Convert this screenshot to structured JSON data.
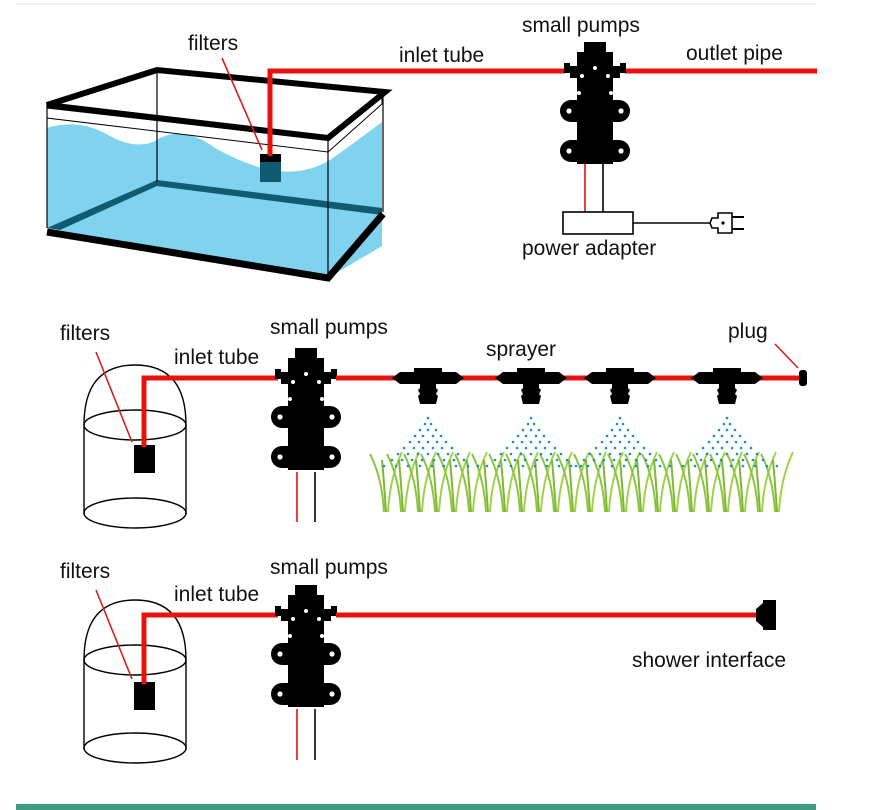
{
  "colors": {
    "tube": "#e8120c",
    "water": "#7fd3ee",
    "water_dark": "#0f5b72",
    "spray": "#1b8fc4",
    "grass": "#8cc63f",
    "footer_bar": "#3f9a84"
  },
  "panel_aquarium": {
    "filter_label": "filters",
    "inlet_label": "inlet tube",
    "pump_label": "small pumps",
    "outlet_label": "outlet pipe",
    "adapter_label": "power adapter"
  },
  "panel_sprayer": {
    "filter_label": "filters",
    "inlet_label": "inlet tube",
    "pump_label": "small pumps",
    "sprayer_label": "sprayer",
    "plug_label": "plug",
    "sprayer_count": 4
  },
  "panel_shower": {
    "filter_label": "filters",
    "inlet_label": "inlet tube",
    "pump_label": "small pumps",
    "shower_label": "shower interface"
  }
}
